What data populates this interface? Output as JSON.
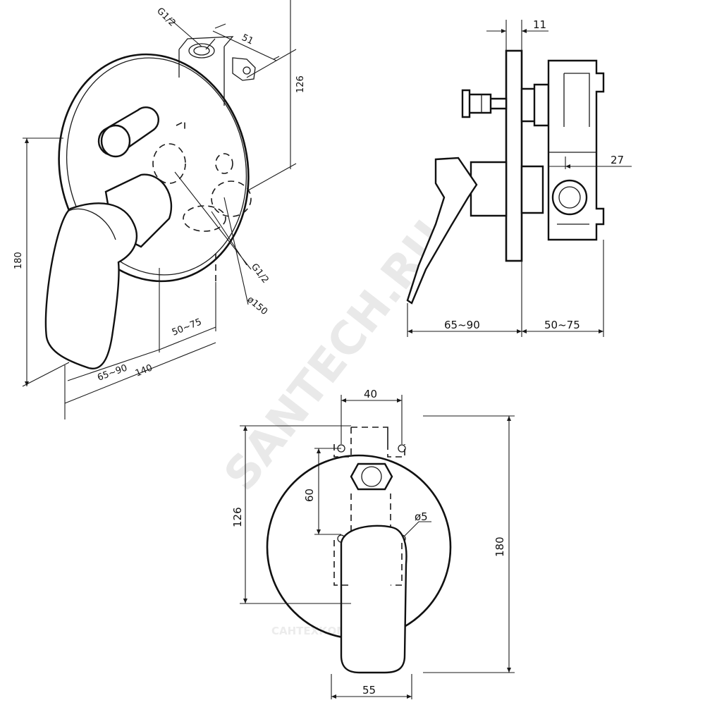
{
  "watermarks": {
    "main": "SANTECH.RU",
    "footer": "САНТЕХКОМПЛЕКТ"
  },
  "iso_view": {
    "thread_top": "G1/2",
    "width_top": "51",
    "height_right": "126",
    "height_left": "180",
    "thread_side": "G1/2",
    "diameter": "ø150",
    "depth_install": "50~75",
    "handle_reach": "65~90",
    "total_length": "140"
  },
  "side_view": {
    "plate_thickness": "11",
    "port_offset": "27",
    "handle_reach": "65~90",
    "depth_install": "50~75"
  },
  "front_view": {
    "mount_spacing": "40",
    "vertical_spacing": "60",
    "hole_diameter": "ø5",
    "height_body": "126",
    "height_total": "180",
    "handle_width": "55"
  }
}
